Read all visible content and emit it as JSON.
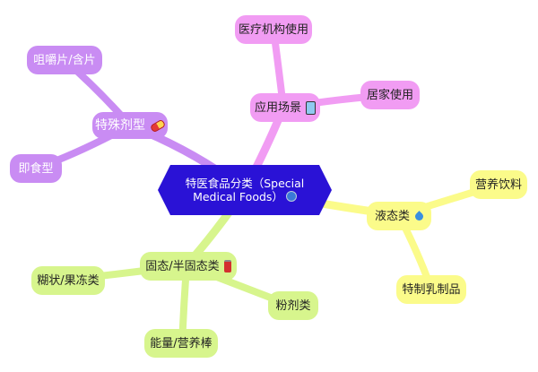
{
  "root": {
    "label": "特医食品分类（Special Medical Foods）",
    "icon": "globe-icon"
  },
  "branches": {
    "special_dosage": {
      "label": "特殊剂型",
      "icon": "pill-icon",
      "children": [
        "咀嚼片/含片",
        "即食型"
      ]
    },
    "application": {
      "label": "应用场景",
      "icon": "phone-icon",
      "children": [
        "医疗机构使用",
        "居家使用"
      ]
    },
    "liquid": {
      "label": "液态类",
      "icon": "droplet-icon",
      "children": [
        "营养饮料",
        "特制乳制品"
      ]
    },
    "solid": {
      "label": "固态/半固态类",
      "icon": "can-icon",
      "children": [
        "糊状/果冻类",
        "粉剂类",
        "能量/营养棒"
      ]
    }
  },
  "colors": {
    "root": "#2a12d6",
    "special_dosage": "#c98cf3",
    "application": "#f19cf3",
    "liquid": "#fbfb8a",
    "solid": "#d7f58d"
  }
}
